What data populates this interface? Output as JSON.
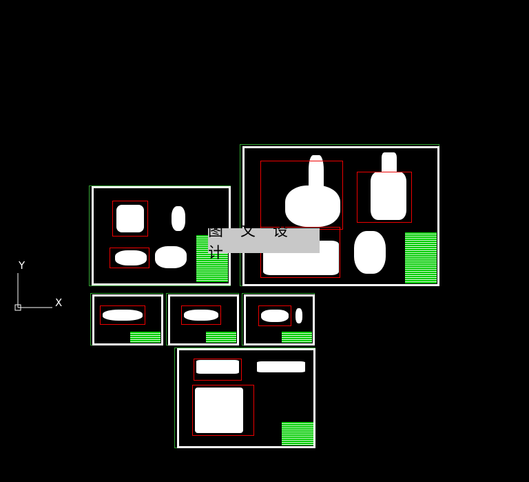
{
  "canvas": {
    "background": "#000000",
    "frame_color": "#ffffff",
    "border_color": "#2ea02e",
    "title_block_color": "#00cc00",
    "dimension_color": "#e00000"
  },
  "watermark": {
    "text": "图 文 设 计"
  },
  "ucs": {
    "x_label": "X",
    "y_label": "Y",
    "icon": "ucs-axis-icon"
  },
  "sheets": [
    {
      "id": "sheet-assembly-left",
      "label": ""
    },
    {
      "id": "sheet-assembly-right",
      "label": ""
    },
    {
      "id": "sheet-part-1",
      "label": ""
    },
    {
      "id": "sheet-part-2",
      "label": ""
    },
    {
      "id": "sheet-part-3",
      "label": ""
    },
    {
      "id": "sheet-part-bottom",
      "label": ""
    }
  ]
}
